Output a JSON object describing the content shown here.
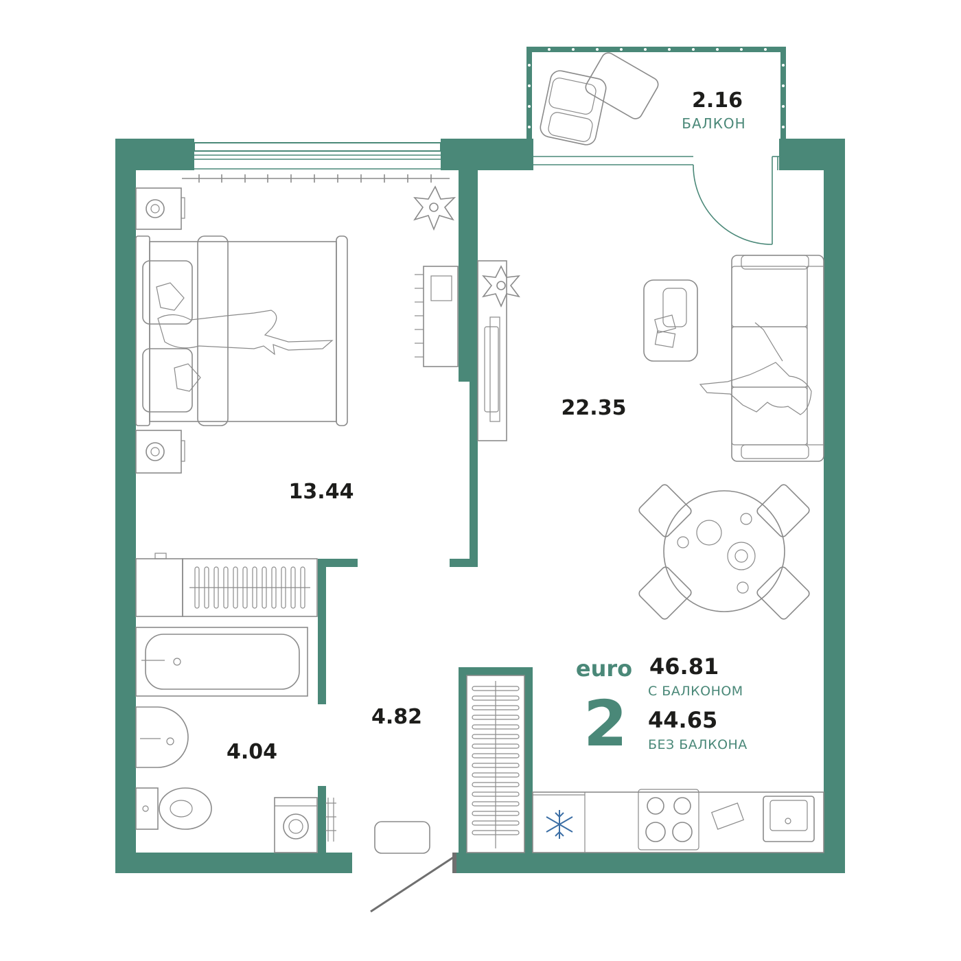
{
  "colors": {
    "wall": "#4a8878",
    "furniture": "#8a8a8a",
    "text": "#1d1d1b",
    "accent": "#4a8878"
  },
  "rooms": {
    "balcony": {
      "area": "2.16",
      "label": "БАЛКОН"
    },
    "living_kitchen": {
      "area": "22.35"
    },
    "bedroom": {
      "area": "13.44"
    },
    "hall": {
      "area": "4.82"
    },
    "bathroom": {
      "area": "4.04"
    }
  },
  "summary": {
    "euro_label": "euro",
    "rooms_count": "2",
    "area_with_balcony": "46.81",
    "with_balcony_label": "С БАЛКОНОМ",
    "area_without_balcony": "44.65",
    "without_balcony_label": "БЕЗ БАЛКОНА"
  },
  "icons": {
    "freezer": "snowflake-icon"
  }
}
